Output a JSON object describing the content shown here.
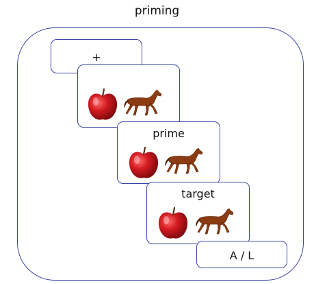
{
  "diagram": {
    "title": "priming",
    "cards": [
      {
        "label": "+"
      },
      {
        "label": ""
      },
      {
        "label": "prime"
      },
      {
        "label": "target"
      },
      {
        "label": "A / L"
      }
    ],
    "icons": [
      "apple-icon",
      "horse-icon"
    ],
    "colors": {
      "border": "#3a45a8",
      "apple": "#c8161d",
      "horse": "#8b3c12"
    }
  }
}
